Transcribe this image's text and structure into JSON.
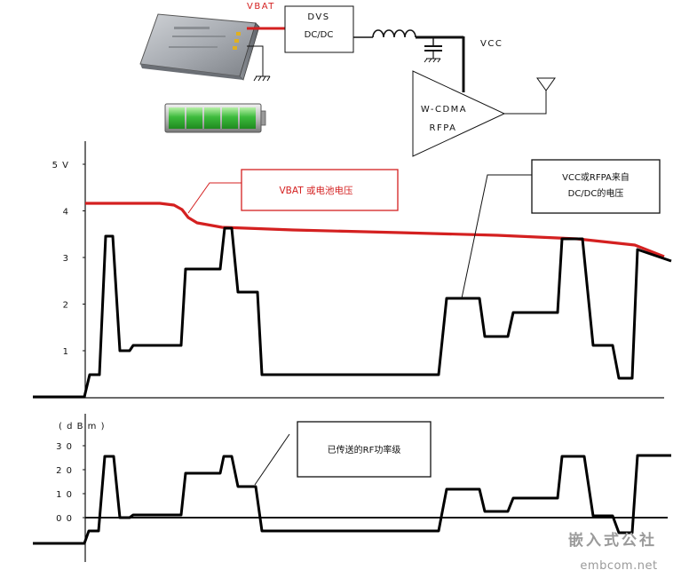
{
  "schematic": {
    "vbat_label": "VBAT",
    "dvs_label": "DVS",
    "dcdc_label": "DC/DC",
    "vcc_label": "VCC",
    "pa_line1": "W-CDMA",
    "pa_line2": "RFPA"
  },
  "annotations": {
    "vbat_note": "VBAT 或电池电压",
    "vcc_note_line1": "VCC或RFPA来自",
    "vcc_note_line2": "DC/DC的电压",
    "rf_note": "已传送的RF功率级"
  },
  "upper_axis": {
    "ticks": [
      {
        "label": "5 V",
        "value": 5
      },
      {
        "label": "4",
        "value": 4
      },
      {
        "label": "3",
        "value": 3
      },
      {
        "label": "2",
        "value": 2
      },
      {
        "label": "1",
        "value": 1
      }
    ]
  },
  "lower_axis": {
    "unit_label": "( d B m )",
    "ticks": [
      {
        "label": "3 0",
        "value": 30
      },
      {
        "label": "2 0",
        "value": 20
      },
      {
        "label": "1 0",
        "value": 10
      },
      {
        "label": "0 0",
        "value": 0
      }
    ]
  },
  "colors": {
    "vbat_trace": "#d42020",
    "vcc_trace": "#000000",
    "rf_trace": "#000000",
    "battery_green": "#3dbb3d"
  },
  "watermark": {
    "brand": "嵌入式公社",
    "url": "embcom.net"
  }
}
